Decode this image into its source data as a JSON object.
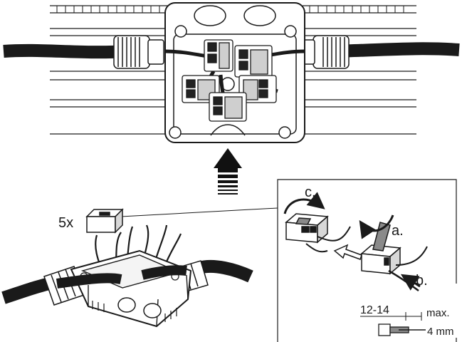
{
  "labels": {
    "count": "5x",
    "step_a": "a.",
    "step_b": "b.",
    "step_c": "c.",
    "strip_length": "12-14",
    "max": "max.",
    "wire_size": "4 mm"
  },
  "colors": {
    "ink": "#1a1a1a",
    "mid": "#8a8a8a",
    "fill_light": "#ffffff",
    "shade": "#d8d8d8",
    "arrow": "#111111"
  },
  "icons": [
    "up-arrow-icon",
    "open-arrow-icon",
    "curved-arrow-icon"
  ]
}
